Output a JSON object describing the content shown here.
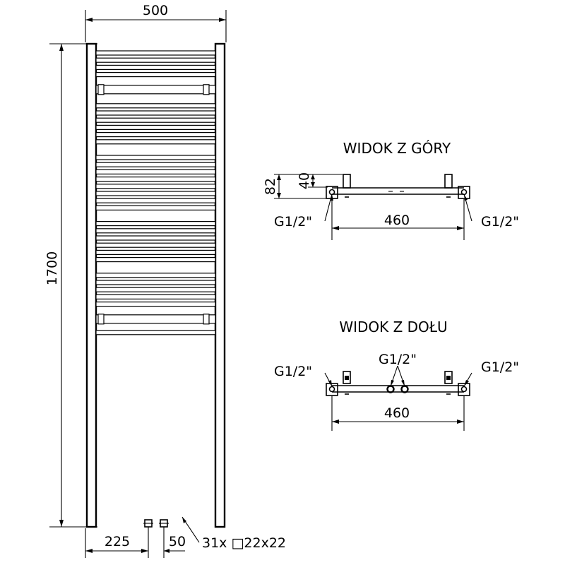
{
  "labels": {
    "overall_width": "500",
    "overall_height": "1700",
    "bottom_offset": "225",
    "bottom_spacing": "50",
    "tube_spec": "31x □22x22",
    "view_top_title": "WIDOK Z GÓRY",
    "view_bottom_title": "WIDOK Z DOŁU",
    "depth_total": "82",
    "depth_axis": "40",
    "top_conn_left": "G1/2\"",
    "top_conn_right": "G1/2\"",
    "top_spacing": "460",
    "bot_conn_left": "G1/2\"",
    "bot_conn_middle": "G1/2\"",
    "bot_conn_right": "G1/2\"",
    "bot_spacing": "460"
  },
  "rung_groups": [
    {
      "count": 4,
      "type": "tube"
    },
    {
      "count": 1,
      "type": "mount"
    },
    {
      "count": 6,
      "type": "tube"
    },
    {
      "count": 8,
      "type": "tube"
    },
    {
      "count": 6,
      "type": "tube"
    },
    {
      "count": 5,
      "type": "tube"
    },
    {
      "count": 1,
      "type": "mount"
    },
    {
      "count": 1,
      "type": "tube"
    }
  ]
}
